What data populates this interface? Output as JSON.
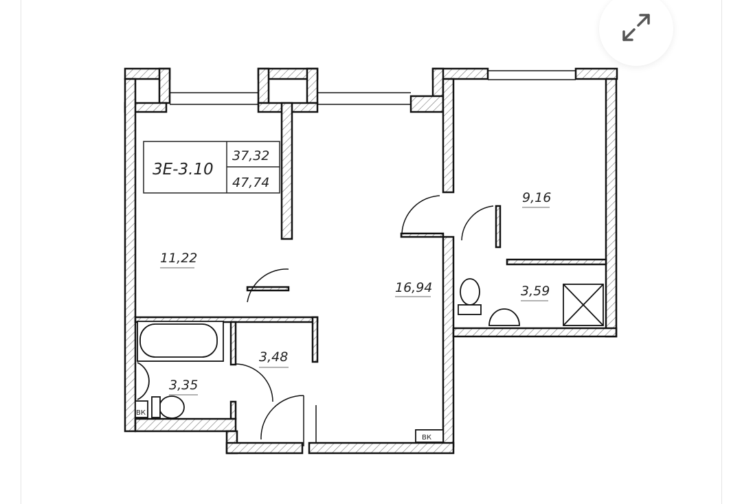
{
  "viewer": {
    "expand_icon": "expand-arrows-icon"
  },
  "plan": {
    "apartment_code": "3E-3.10",
    "living_area": "37,32",
    "total_area": "47,74",
    "rooms": {
      "bedroom": "11,22",
      "living_room": "16,94",
      "room_right": "9,16",
      "bathroom_right": "3,59",
      "hallway": "3,48",
      "bathroom_left": "3,35"
    },
    "shaft_label": "ВК"
  }
}
